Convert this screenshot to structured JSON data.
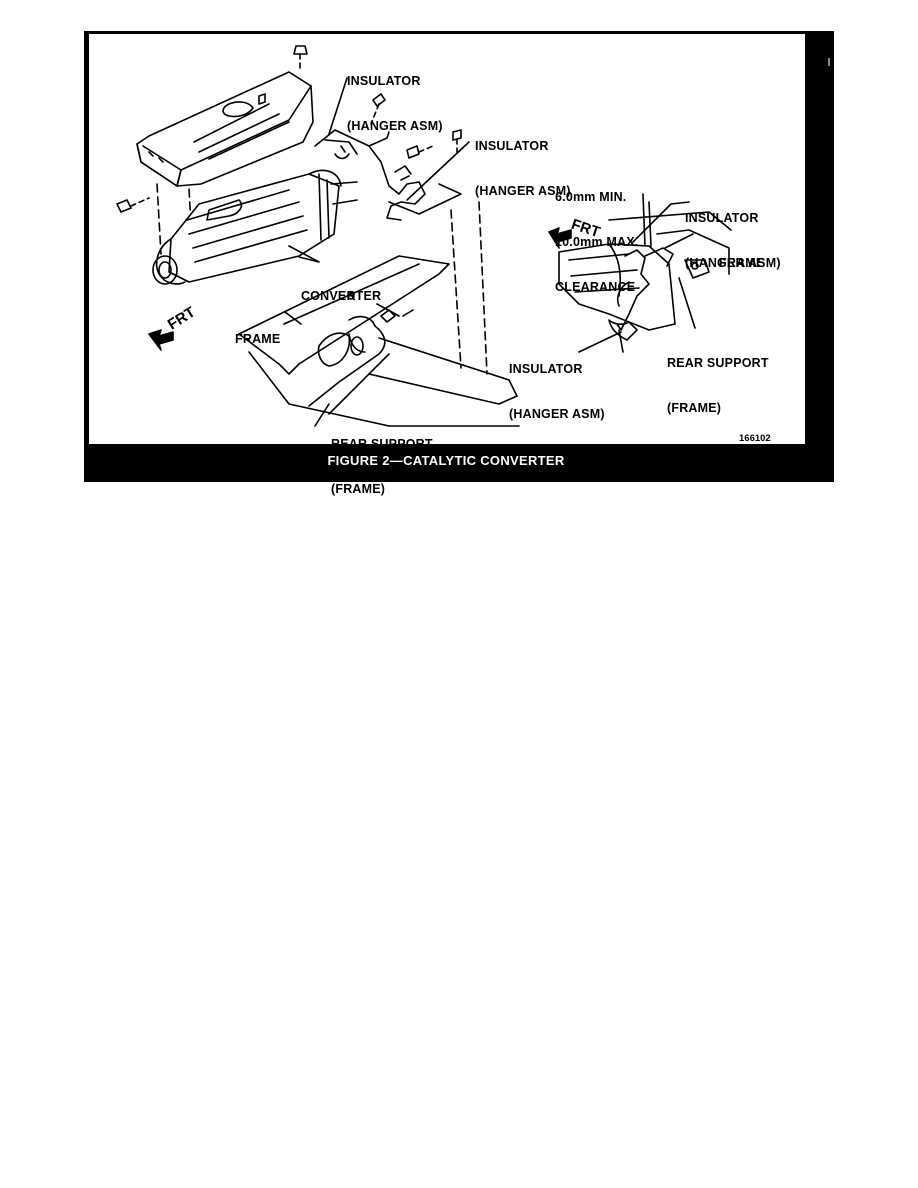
{
  "figure": {
    "caption": "FIGURE 2—CATALYTIC CONVERTER",
    "figure_number": "166102"
  },
  "labels": {
    "insulator_top": {
      "line1": "INSULATOR",
      "line2": "(HANGER ASM)"
    },
    "insulator_mid": {
      "line1": "INSULATOR",
      "line2": "(HANGER ASM)"
    },
    "converter": "CONVERTER",
    "frame_left": "FRAME",
    "frt_left": "FRT",
    "rear_support_left": {
      "line1": "REAR SUPPORT",
      "line2": "(FRAME)"
    },
    "clearance": {
      "line1": "6.0mm MIN.",
      "line2": "10.0mm MAX.",
      "line3": "CLEARANCE"
    },
    "insulator_right": {
      "line1": "INSULATOR",
      "line2": "(HANGER ASM)"
    },
    "frt_right": "FRT",
    "frame_right": "FRAME",
    "insulator_bottom": {
      "line1": "INSULATOR",
      "line2": "(HANGER ASM)"
    },
    "rear_support_right": {
      "line1": "REAR SUPPORT",
      "line2": "(FRAME)"
    }
  }
}
